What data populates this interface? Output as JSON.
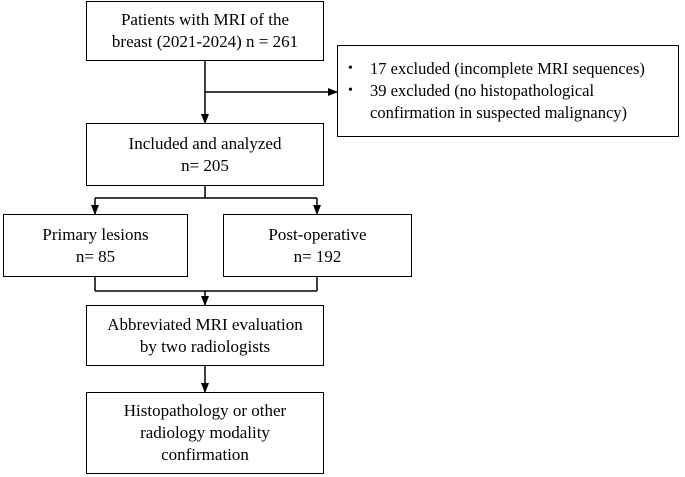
{
  "diagram": {
    "screening": {
      "lines": [
        "Patients with MRI of the",
        "breast (2021-2024) n = 261"
      ]
    },
    "exclusions": {
      "items": [
        {
          "lines": [
            "17 excluded (incomplete MRI sequences)"
          ]
        },
        {
          "lines": [
            "39 excluded (no histopathological",
            "confirmation in suspected malignancy)"
          ]
        }
      ]
    },
    "included": {
      "lines": [
        "Included and analyzed",
        "n= 205"
      ]
    },
    "primary": {
      "lines": [
        "Primary lesions",
        "n= 85"
      ]
    },
    "postoperative": {
      "lines": [
        "Post-operative",
        "n= 192"
      ]
    },
    "evaluation": {
      "lines": [
        "Abbreviated MRI evaluation",
        "by two radiologists"
      ]
    },
    "confirmation": {
      "lines": [
        "Histopathology or other",
        "radiology modality",
        "confirmation"
      ]
    },
    "colors": {
      "stroke": "#000000",
      "fill": "#ffffff"
    }
  }
}
